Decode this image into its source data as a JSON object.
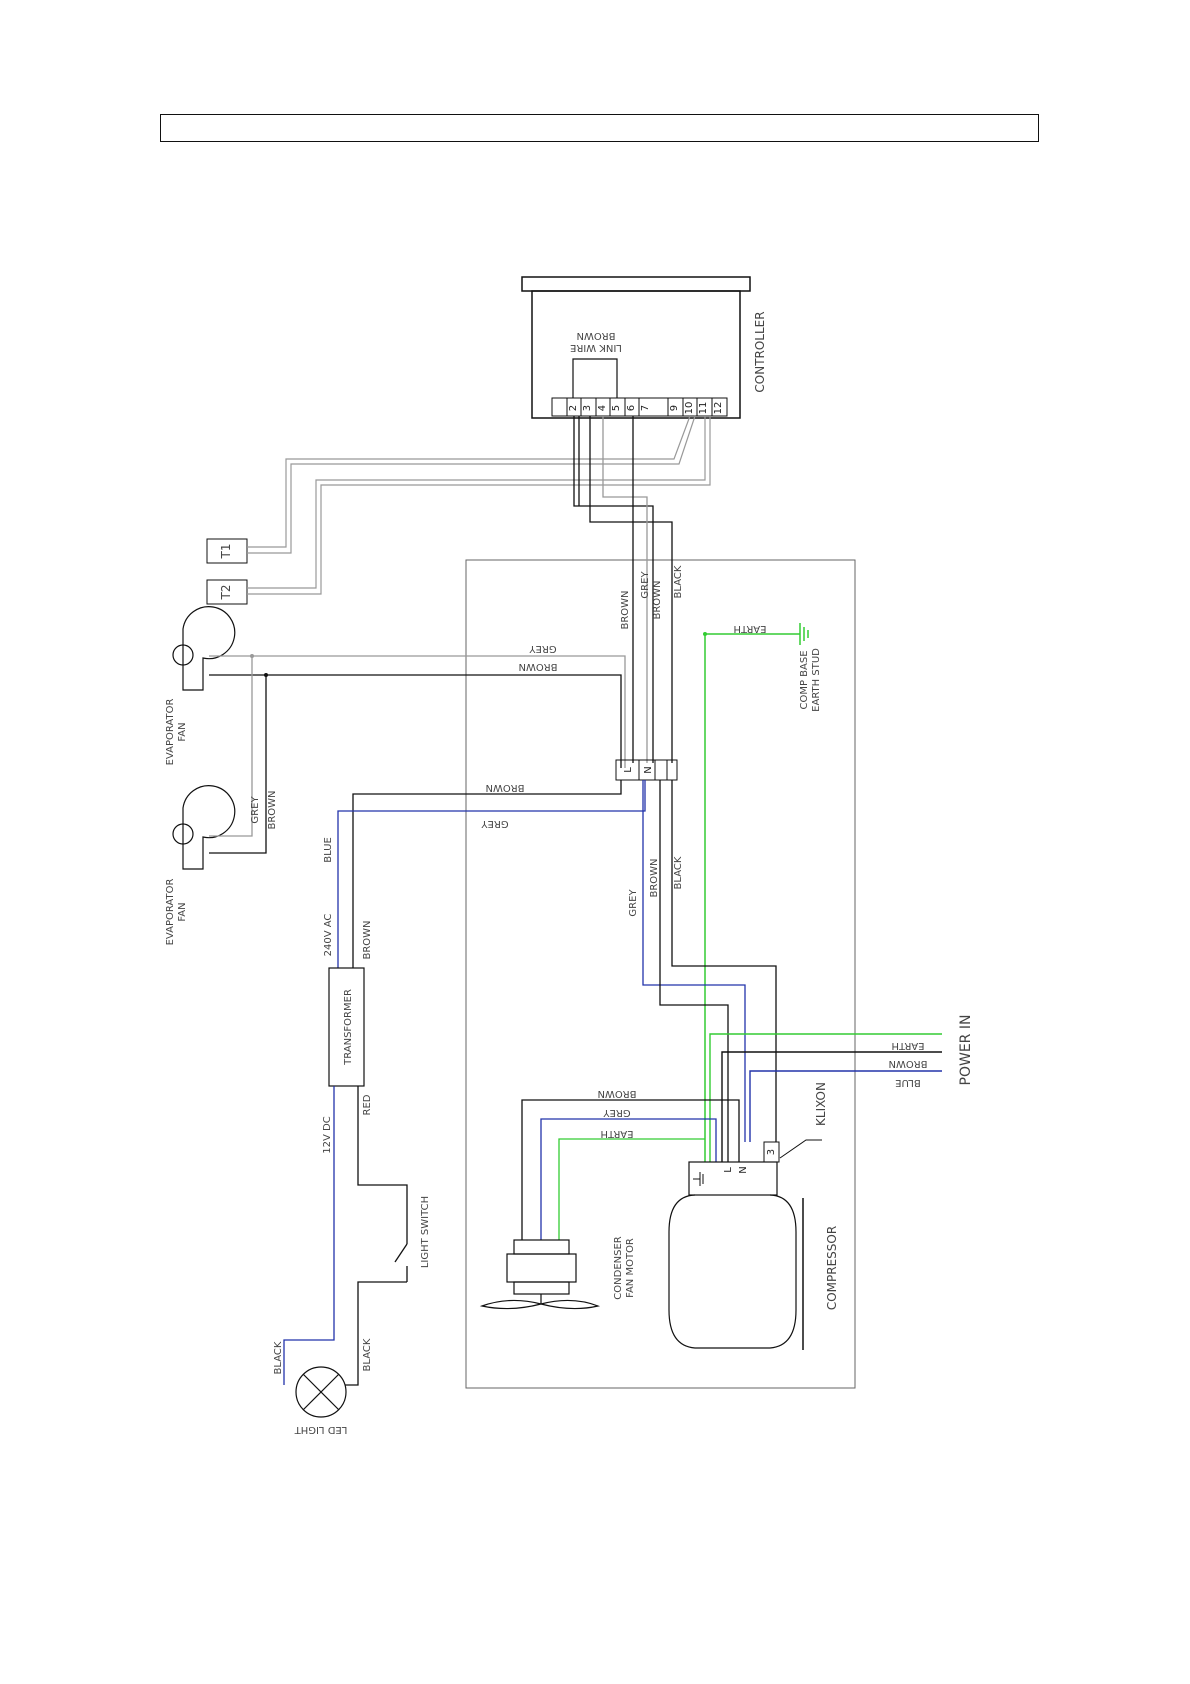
{
  "diagram": {
    "title": "",
    "controller": {
      "label": "CONTROLLER",
      "link_wire_label": "LINK WIRE",
      "link_wire_color_label": "BROWN",
      "terminals": [
        "2",
        "3",
        "4",
        "5",
        "6",
        "7",
        "9",
        "10",
        "11",
        "12"
      ]
    },
    "sensors": {
      "t1": "T1",
      "t2": "T2"
    },
    "evap_fan_1": {
      "label_line1": "EVAPORATOR",
      "label_line2": "FAN"
    },
    "evap_fan_2": {
      "label_line1": "EVAPORATOR",
      "label_line2": "FAN"
    },
    "terminal_block": {
      "labels": [
        "L",
        "N",
        "",
        ""
      ]
    },
    "earth_stud": {
      "label_line1": "COMP BASE",
      "label_line2": "EARTH STUD"
    },
    "transformer": {
      "label": "TRANSFORMER",
      "input": "240V AC",
      "output": "12V DC"
    },
    "light_switch": {
      "label": "LIGHT SWITCH"
    },
    "led_light": {
      "label": "LED LIGHT"
    },
    "condenser_fan": {
      "label_line1": "CONDENSER",
      "label_line2": "FAN MOTOR"
    },
    "compressor": {
      "label": "COMPRESSOR",
      "terminals": [
        "L",
        "N",
        "3"
      ]
    },
    "klixon": {
      "label": "KLIXON"
    },
    "power_in": {
      "label": "POWER IN",
      "wires": [
        "EARTH",
        "BROWN",
        "BLUE"
      ]
    },
    "wire_labels": {
      "grey": "GREY",
      "brown": "BROWN",
      "black": "BLACK",
      "blue": "BLUE",
      "red": "RED",
      "earth": "EARTH"
    },
    "colors": {
      "line": "#111111",
      "grey_wire": "#999999",
      "blue_wire": "#2233aa",
      "earth_wire": "#33cc33",
      "label": "#444444"
    }
  }
}
